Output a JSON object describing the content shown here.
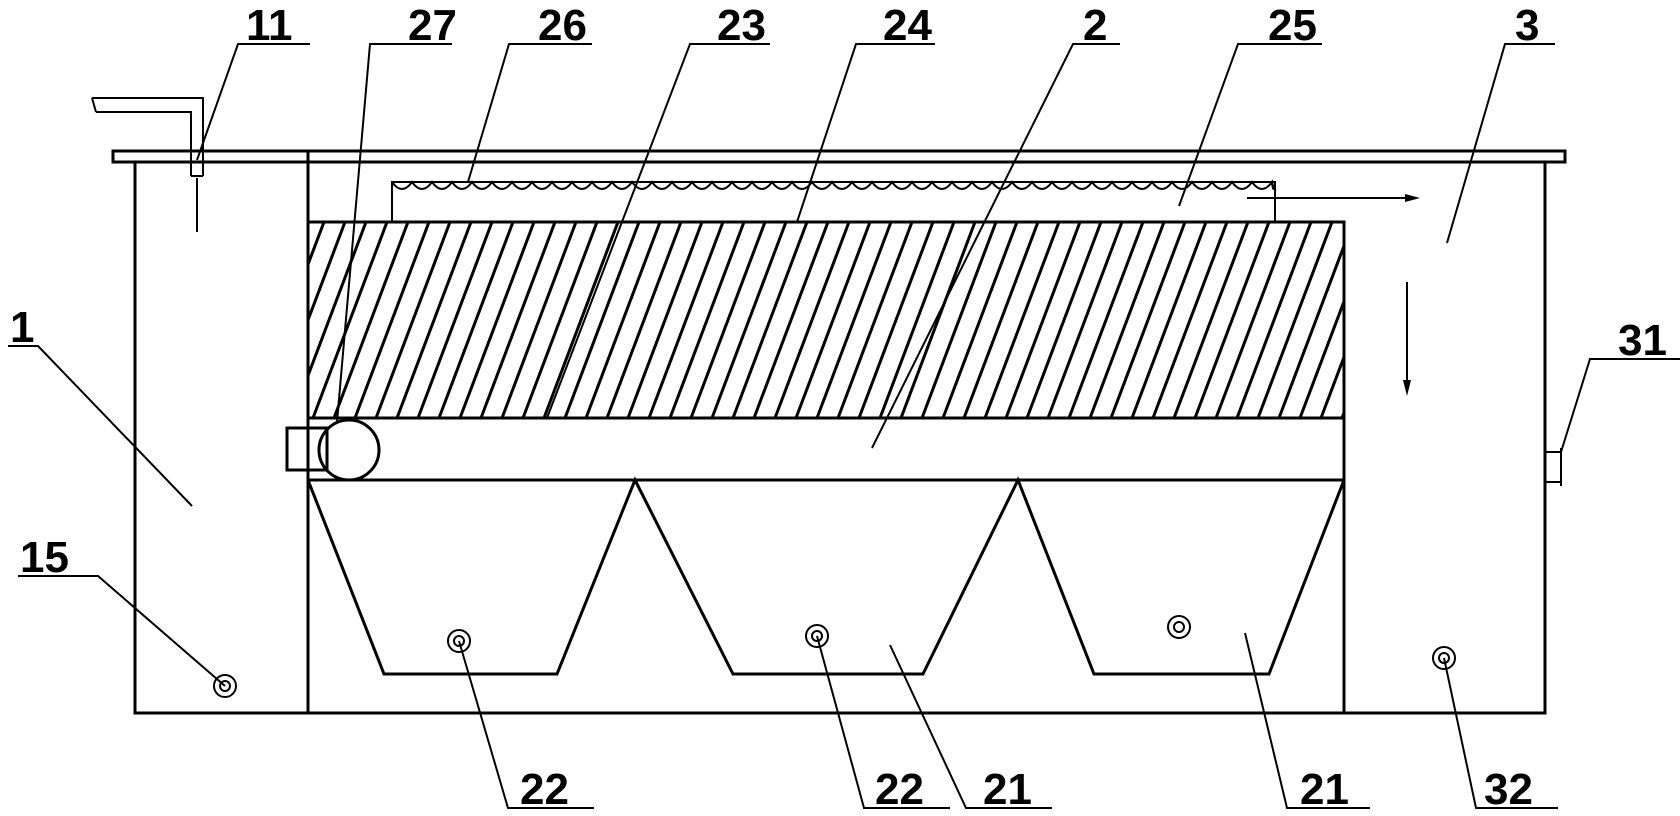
{
  "labels": {
    "l11": "11",
    "l27": "27",
    "l26": "26",
    "l23": "23",
    "l24": "24",
    "l2": "2",
    "l25": "25",
    "l3": "3",
    "l1": "1",
    "l31": "31",
    "l15": "15",
    "l22a": "22",
    "l22b": "22",
    "l21a": "21",
    "l21b": "21",
    "l32": "32"
  },
  "colors": {
    "stroke": "#000000",
    "background": "#ffffff"
  }
}
